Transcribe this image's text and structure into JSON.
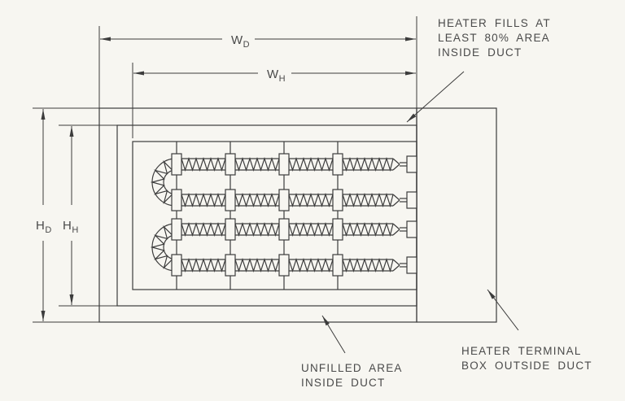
{
  "page": {
    "kind": "engineering-diagram",
    "background": "#f7f6f1"
  },
  "colors": {
    "line": "#3c3c3c",
    "text": "#4a4a4a"
  },
  "dimensions": {
    "duct_width": {
      "main": "W",
      "sub": "D"
    },
    "heater_width": {
      "main": "W",
      "sub": "H"
    },
    "duct_height": {
      "main": "H",
      "sub": "D"
    },
    "heater_height": {
      "main": "H",
      "sub": "H"
    }
  },
  "annotations": {
    "heater_fill": {
      "lines": [
        "HEATER FILLS AT",
        "LEAST 80% AREA",
        "INSIDE DUCT"
      ]
    },
    "unfilled_area": {
      "lines": [
        "UNFILLED AREA",
        "INSIDE DUCT"
      ]
    },
    "terminal_box": {
      "lines": [
        "HEATER TERMINAL",
        "BOX OUTSIDE DUCT"
      ]
    }
  },
  "figure": {
    "element_rows": 4,
    "hairpin_turns": 2,
    "supports_per_row": 4
  }
}
